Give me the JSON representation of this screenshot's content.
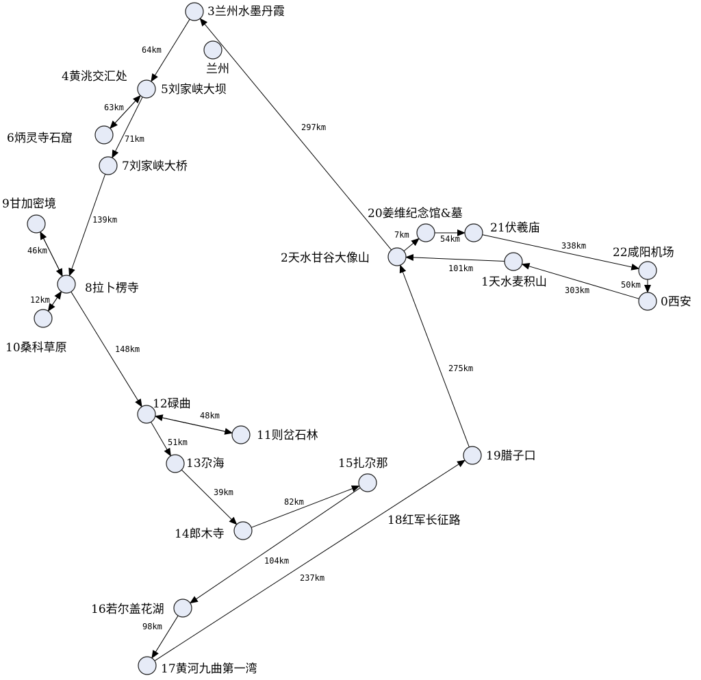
{
  "nodes": [
    {
      "id": "0",
      "label": "0西安"
    },
    {
      "id": "1",
      "label": "1天水麦积山"
    },
    {
      "id": "2",
      "label": "2天水甘谷大像山"
    },
    {
      "id": "3",
      "label": "3兰州水墨丹霞"
    },
    {
      "id": "lanzhou",
      "label": "兰州"
    },
    {
      "id": "4",
      "label": "4黄洮交汇处"
    },
    {
      "id": "5",
      "label": "5刘家峡大坝"
    },
    {
      "id": "6",
      "label": "6炳灵寺石窟"
    },
    {
      "id": "7",
      "label": "7刘家峡大桥"
    },
    {
      "id": "8",
      "label": "8拉卜楞寺"
    },
    {
      "id": "9",
      "label": "9甘加密境"
    },
    {
      "id": "10",
      "label": "10桑科草原"
    },
    {
      "id": "11",
      "label": "11则岔石林"
    },
    {
      "id": "12",
      "label": "12碌曲"
    },
    {
      "id": "13",
      "label": "13尕海"
    },
    {
      "id": "14",
      "label": "14郎木寺"
    },
    {
      "id": "15",
      "label": "15扎尕那"
    },
    {
      "id": "16",
      "label": "16若尔盖花湖"
    },
    {
      "id": "17",
      "label": "17黄河九曲第一湾"
    },
    {
      "id": "18",
      "label": "18红军长征路"
    },
    {
      "id": "19",
      "label": "19腊子口"
    },
    {
      "id": "20",
      "label": "20姜维纪念馆&墓"
    },
    {
      "id": "21",
      "label": "21伏羲庙"
    },
    {
      "id": "22",
      "label": "22咸阳机场"
    }
  ],
  "edges": [
    {
      "from": "0",
      "to": "1",
      "label": "303km"
    },
    {
      "from": "1",
      "to": "2",
      "label": "101km"
    },
    {
      "from": "2",
      "to": "3",
      "label": "297km"
    },
    {
      "from": "3",
      "to": "5",
      "label": "64km"
    },
    {
      "from": "5",
      "to": "6",
      "label": "63km"
    },
    {
      "from": "6",
      "to": "5",
      "label": ""
    },
    {
      "from": "5",
      "to": "7",
      "label": "71km"
    },
    {
      "from": "7",
      "to": "8",
      "label": "139km"
    },
    {
      "from": "8",
      "to": "9",
      "label": "46km"
    },
    {
      "from": "9",
      "to": "8",
      "label": ""
    },
    {
      "from": "8",
      "to": "10",
      "label": "12km"
    },
    {
      "from": "10",
      "to": "8",
      "label": ""
    },
    {
      "from": "8",
      "to": "12",
      "label": "148km"
    },
    {
      "from": "12",
      "to": "11",
      "label": "48km"
    },
    {
      "from": "11",
      "to": "12",
      "label": ""
    },
    {
      "from": "12",
      "to": "13",
      "label": "51km"
    },
    {
      "from": "13",
      "to": "14",
      "label": "39km"
    },
    {
      "from": "14",
      "to": "15",
      "label": "82km"
    },
    {
      "from": "15",
      "to": "16",
      "label": "104km"
    },
    {
      "from": "16",
      "to": "17",
      "label": "98km"
    },
    {
      "from": "17",
      "to": "19",
      "label": "237km"
    },
    {
      "from": "19",
      "to": "2",
      "label": "275km"
    },
    {
      "from": "2",
      "to": "20",
      "label": "7km"
    },
    {
      "from": "20",
      "to": "21",
      "label": "54km"
    },
    {
      "from": "21",
      "to": "22",
      "label": "338km"
    },
    {
      "from": "22",
      "to": "0",
      "label": "50km"
    }
  ],
  "colors": {
    "node_fill": "#e6ebf7",
    "node_stroke": "#1a1a1a",
    "edge": "#000000"
  }
}
